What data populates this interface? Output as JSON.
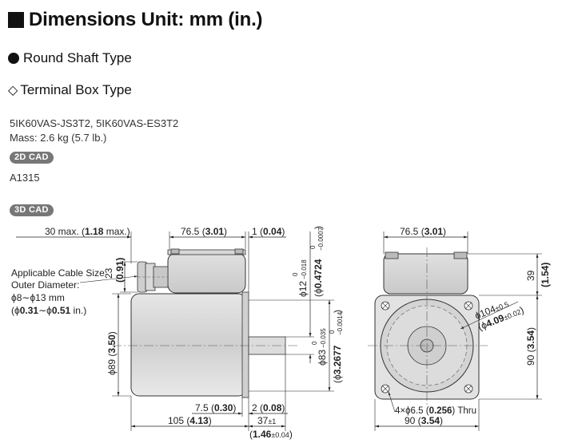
{
  "header": {
    "title": "Dimensions Unit: mm (in.)"
  },
  "type_heading": "Round Shaft Type",
  "subtype_heading": "Terminal Box Type",
  "models": "5IK60VAS-JS3T2, 5IK60VAS-ES3T2",
  "mass": "Mass: 2.6 kg (5.7 lb.)",
  "badge_2d": "2D CAD",
  "cad_number": "A1315",
  "badge_3d": "3D CAD",
  "side_view": {
    "dim_30": "30 max. (",
    "dim_30_b": "1.18",
    "dim_30_c": " max.)",
    "dim_765": "76.5 (",
    "dim_765_b": "3.01",
    "dim_765_c": ")",
    "dim_1": "1 (",
    "dim_1_b": "0.04",
    "dim_1_c": ")",
    "dim_23": "23",
    "dim_23_b": "(0.91)",
    "cable_1": "Applicable Cable Size",
    "cable_2": "Outer Diameter:",
    "cable_3": "ϕ8∼ϕ13 mm",
    "cable_4a": "(ϕ",
    "cable_4b": "0.31",
    "cable_4c": "∼ϕ",
    "cable_4d": "0.51",
    "cable_4e": " in.)",
    "dim_89": "ϕ89 (",
    "dim_89_b": "3.50",
    "dim_89_c": ")",
    "dim_12": "ϕ12",
    "dim_12_tol_u": "0",
    "dim_12_tol_l": "−0.018",
    "dim_12_in": "(ϕ",
    "dim_12_in_b": "0.4724",
    "dim_12_in_tol_u": "0",
    "dim_12_in_tol_l": "−0.0007",
    "dim_12_in_c": ")",
    "dim_83": "ϕ83",
    "dim_83_tol_u": "0",
    "dim_83_tol_l": "−0.035",
    "dim_83_in": "(ϕ",
    "dim_83_in_b": "3.2677",
    "dim_83_in_tol_u": "0",
    "dim_83_in_tol_l": "−0.0014",
    "dim_83_in_c": ")",
    "dim_75": "7.5 (",
    "dim_75_b": "0.30",
    "dim_75_c": ")",
    "dim_2": "2 (",
    "dim_2_b": "0.08",
    "dim_2_c": ")",
    "dim_105": "105 (",
    "dim_105_b": "4.13",
    "dim_105_c": ")",
    "dim_37": "37",
    "dim_37_tol": "±1",
    "dim_146": "(",
    "dim_146_b": "1.46",
    "dim_146_tol": "±0.04",
    "dim_146_c": ")"
  },
  "front_view": {
    "dim_765": "76.5 (",
    "dim_765_b": "3.01",
    "dim_765_c": ")",
    "dim_39": "39",
    "dim_39_b": "(1.54)",
    "dim_104": "ϕ104",
    "dim_104_tol": "±0.5",
    "dim_104_in": "(ϕ",
    "dim_104_in_b": "4.09",
    "dim_104_in_tol": "±0.02",
    "dim_104_in_c": ")",
    "dim_90v": "90 (",
    "dim_90v_b": "3.54",
    "dim_90v_c": ")",
    "dim_hole": "4×ϕ6.5 (",
    "dim_hole_b": "0.256",
    "dim_hole_c": ") Thru",
    "dim_90h": "90 (",
    "dim_90h_b": "3.54",
    "dim_90h_c": ")"
  }
}
